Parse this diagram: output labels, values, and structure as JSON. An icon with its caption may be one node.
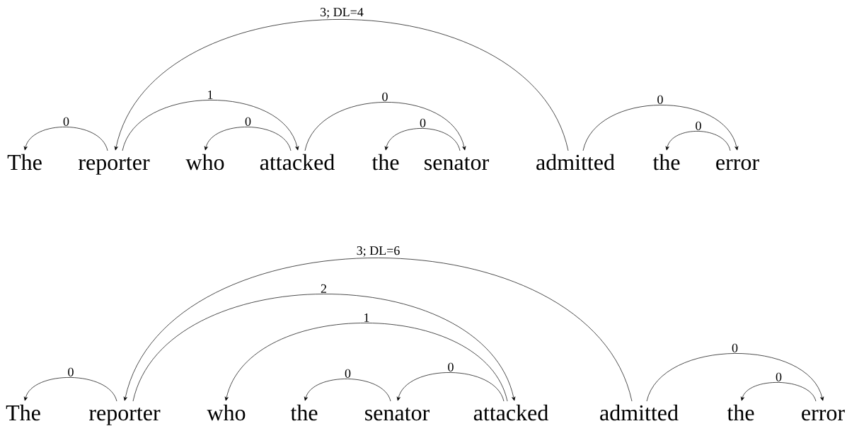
{
  "diagram": {
    "nodes": [
      {
        "text": [
          "The"
        ]
      },
      {
        "text": [
          "reporter"
        ]
      },
      {
        "text": [
          "who"
        ]
      },
      {
        "text": [
          "attacked"
        ]
      },
      {
        "text": [
          "the"
        ]
      },
      {
        "text": [
          "senator"
        ]
      },
      {
        "text": [
          "admitted"
        ]
      },
      {
        "text": [
          "the"
        ]
      },
      {
        "text": [
          "error"
        ]
      },
      {
        "text": [
          "The"
        ]
      },
      {
        "text": [
          "reporter"
        ]
      },
      {
        "text": [
          "who"
        ]
      },
      {
        "text": [
          "the"
        ]
      },
      {
        "text": [
          "senator"
        ]
      },
      {
        "text": [
          "attacked"
        ]
      },
      {
        "text": [
          "admitted"
        ]
      },
      {
        "text": [
          "the"
        ]
      },
      {
        "text": [
          "error"
        ]
      }
    ],
    "edges": [
      {
        "from": 1,
        "to": 0,
        "arrow": "to",
        "label": "0"
      },
      {
        "from": 1,
        "to": 3,
        "arrow": "to",
        "label": "1"
      },
      {
        "from": 3,
        "to": 2,
        "arrow": "to",
        "label": "0"
      },
      {
        "from": 3,
        "to": 5,
        "arrow": "to",
        "label": "0"
      },
      {
        "from": 5,
        "to": 4,
        "arrow": "to",
        "label": "0"
      },
      {
        "from": 6,
        "to": 1,
        "arrow": "to",
        "label": "3; DL=4"
      },
      {
        "from": 6,
        "to": 8,
        "arrow": "to",
        "label": "0"
      },
      {
        "from": 8,
        "to": 7,
        "arrow": "to",
        "label": "0"
      },
      {
        "from": 10,
        "to": 9,
        "arrow": "to",
        "label": "0"
      },
      {
        "from": 10,
        "to": 14,
        "arrow": "to",
        "label": "2"
      },
      {
        "from": 14,
        "to": 11,
        "arrow": "to",
        "label": "1"
      },
      {
        "from": 13,
        "to": 12,
        "arrow": "to",
        "label": "0"
      },
      {
        "from": 14,
        "to": 13,
        "arrow": "to",
        "label": "0"
      },
      {
        "from": 15,
        "to": 10,
        "arrow": "to",
        "label": "3; DL=6"
      },
      {
        "from": 15,
        "to": 17,
        "arrow": "to",
        "label": "0"
      },
      {
        "from": 17,
        "to": 16,
        "arrow": "to",
        "label": "0"
      }
    ]
  }
}
